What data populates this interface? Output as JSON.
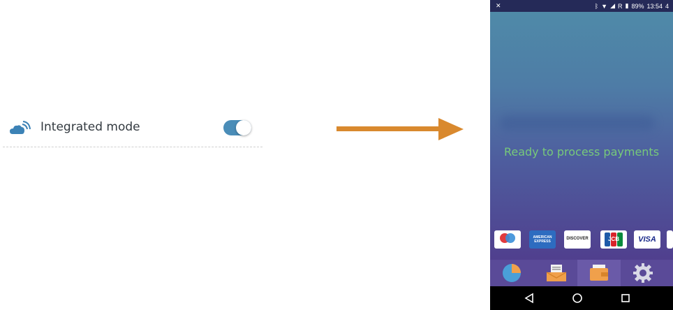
{
  "setting": {
    "label": "Integrated mode",
    "toggle_on": true,
    "icon": "cloud-wifi-icon"
  },
  "arrow": {
    "color": "#d9892e"
  },
  "phone": {
    "status_bar": {
      "battery": "89%",
      "time": "13:54",
      "extra": "4",
      "network": "R"
    },
    "status_message": "Ready to process payments",
    "cards": {
      "amex_line1": "AMERICAN",
      "amex_line2": "EXPRESS",
      "discover": "DISCOVER",
      "jcb": "JCB",
      "visa": "VISA",
      "maestro": "maestro"
    },
    "nav": [
      "reports-icon",
      "receipts-icon",
      "wallet-icon",
      "settings-icon"
    ]
  }
}
